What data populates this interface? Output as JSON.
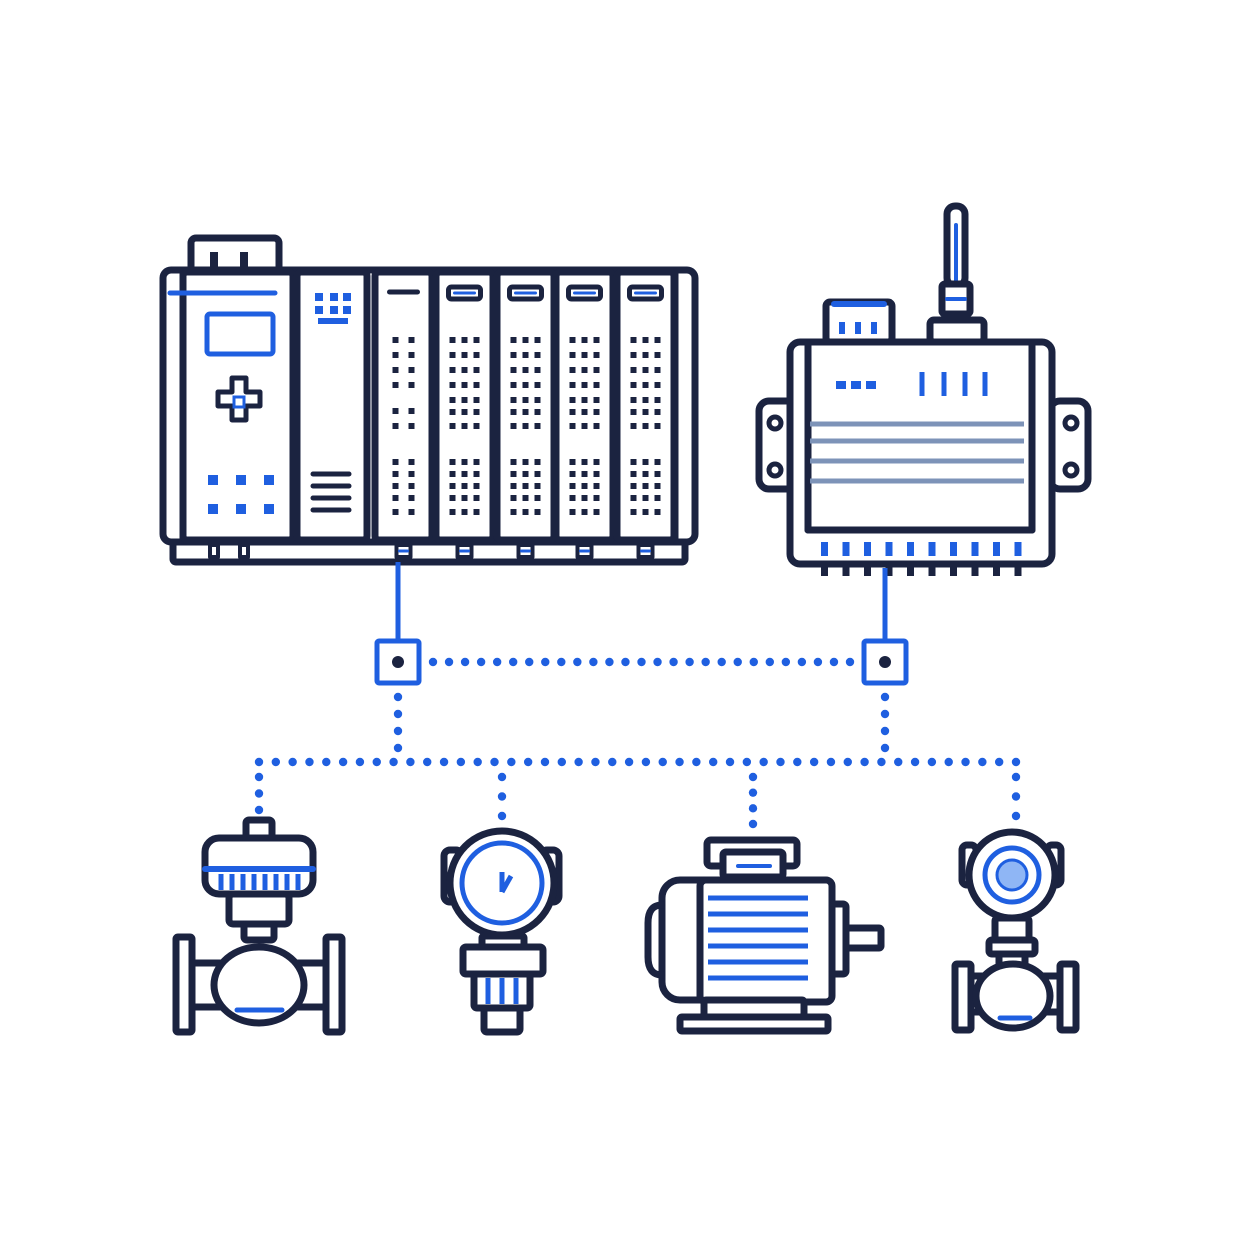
{
  "colors": {
    "outline": "#1b2340",
    "accent": "#1f5fe0",
    "muted": "#7d93b8",
    "background": "#ffffff"
  },
  "diagram": {
    "controllers": [
      {
        "icon": "plc-rack-icon",
        "io_modules": 5
      },
      {
        "icon": "wireless-gateway-icon"
      }
    ],
    "field_devices": [
      {
        "icon": "control-valve-icon"
      },
      {
        "icon": "pressure-transmitter-icon"
      },
      {
        "icon": "electric-motor-icon"
      },
      {
        "icon": "flow-meter-icon"
      }
    ],
    "network_nodes": 2,
    "link_style": "dotted"
  }
}
